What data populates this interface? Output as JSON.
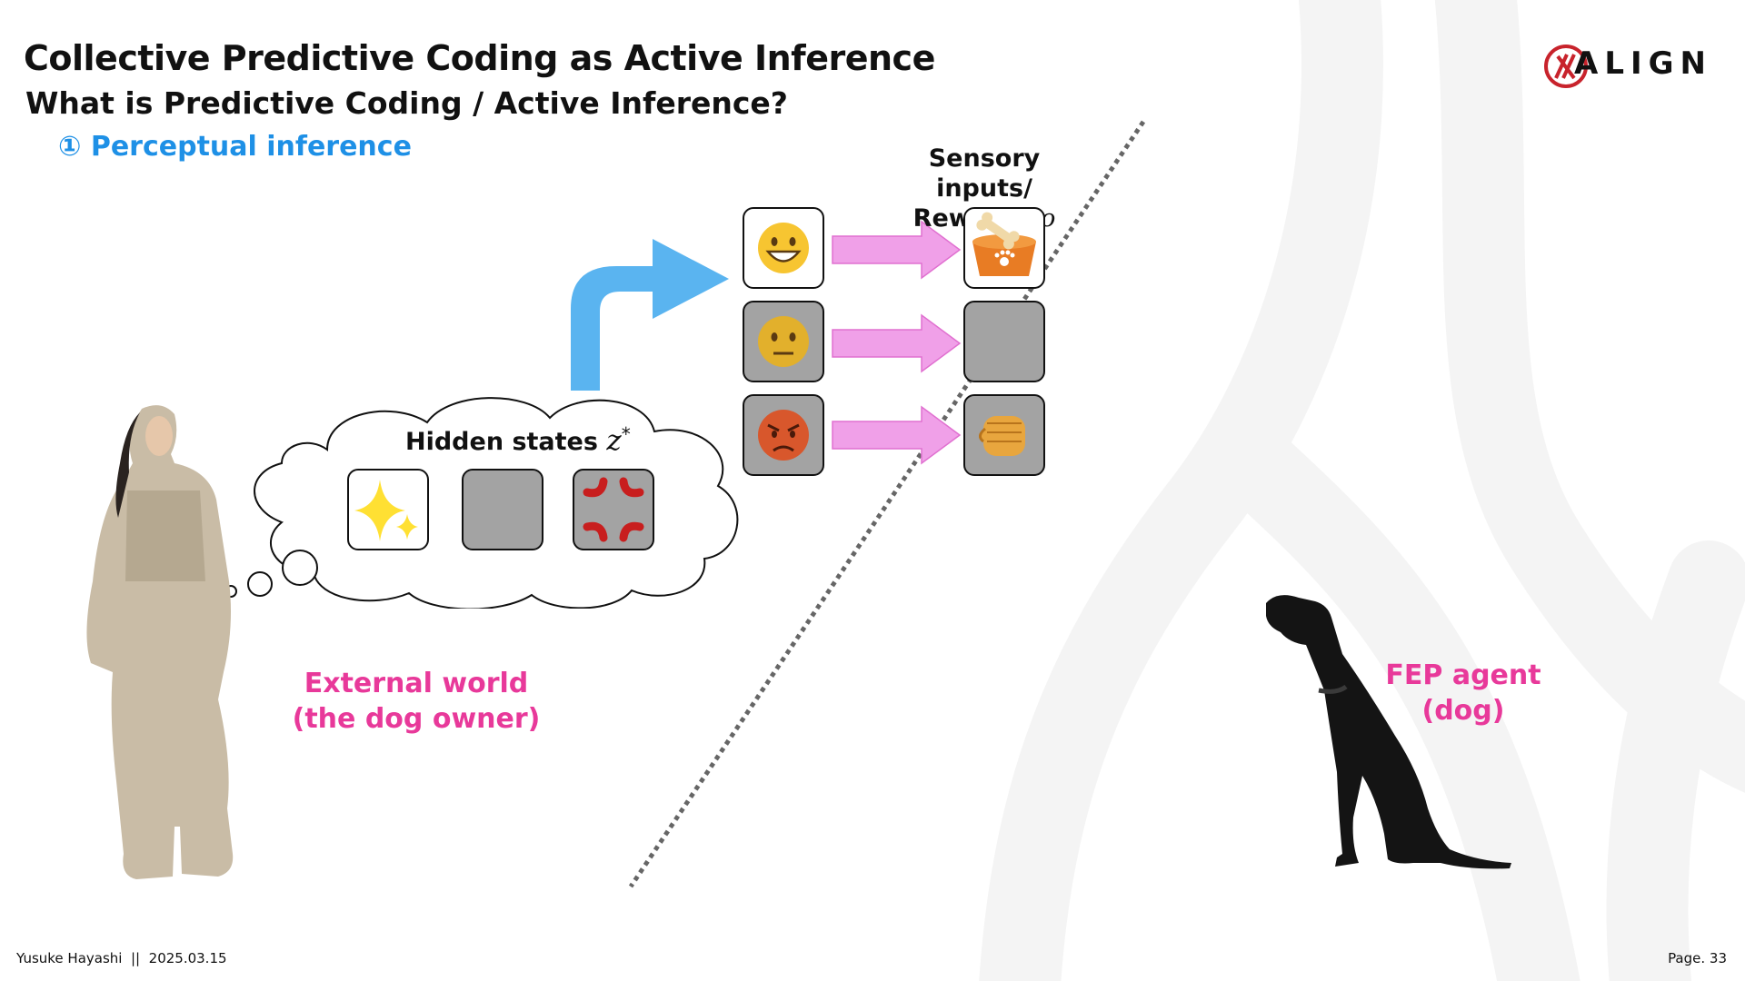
{
  "slide": {
    "title": "Collective Predictive Coding as Active Inference",
    "subtitle": "What is Predictive Coding / Active Inference?",
    "section": "① Perceptual inference"
  },
  "logo": {
    "text": "ALIGN",
    "accent_color": "#c8232c"
  },
  "diagram": {
    "hidden_states_label": "Hidden states",
    "hidden_states_symbol": "z",
    "hidden_states_superscript": "*",
    "sensory_label_line1": "Sensory inputs/",
    "sensory_label_line2": "Rewards",
    "sensory_symbol": "o",
    "external_world_line1": "External world",
    "external_world_line2": "(the dog owner)",
    "agent_line1": "FEP agent",
    "agent_line2": "(dog)",
    "hidden_tiles": [
      "sparkles-icon",
      "blank",
      "anger-symbol-icon"
    ],
    "owner_faces": [
      "grinning-face-icon",
      "neutral-face-icon",
      "angry-face-icon"
    ],
    "inputs": [
      "dog-bowl-with-bone-icon",
      "blank",
      "fist-icon"
    ],
    "colors": {
      "pink": "#e8399a",
      "blue": "#1e90e6",
      "arrow_blue": "#5ab4f0",
      "arrow_pink": "#f0a0e8",
      "tile_gray": "#a3a3a3"
    }
  },
  "footer": {
    "author": "Yusuke Hayashi",
    "separator": "||",
    "date": "2025.03.15",
    "page": "Page. 33"
  }
}
